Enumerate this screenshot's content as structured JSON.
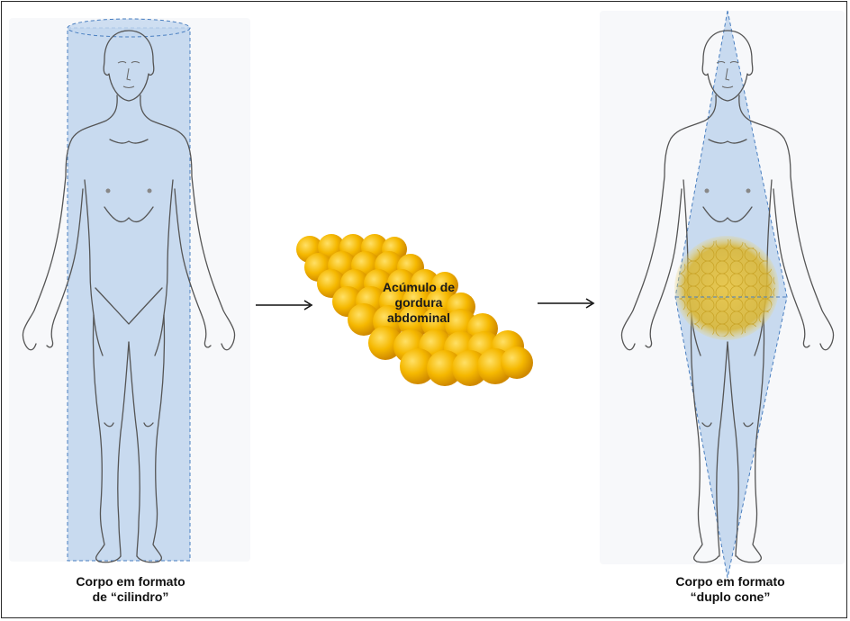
{
  "left_figure": {
    "caption_line1": "Corpo em formato",
    "caption_line2": "de “cilindro”",
    "shape": "cylinder"
  },
  "middle_figure": {
    "label_line1": "Acúmulo de",
    "label_line2": "gordura",
    "label_line3": "abdominal",
    "color": "#f5b800"
  },
  "right_figure": {
    "caption_line1": "Corpo em formato",
    "caption_line2": "“duplo cone”",
    "shape": "double-cone"
  },
  "colors": {
    "overlay_blue": "#a9c6e8",
    "outline_dash": "#4a7fc0",
    "body_line": "#555555",
    "fat_yellow": "#f5b800"
  }
}
